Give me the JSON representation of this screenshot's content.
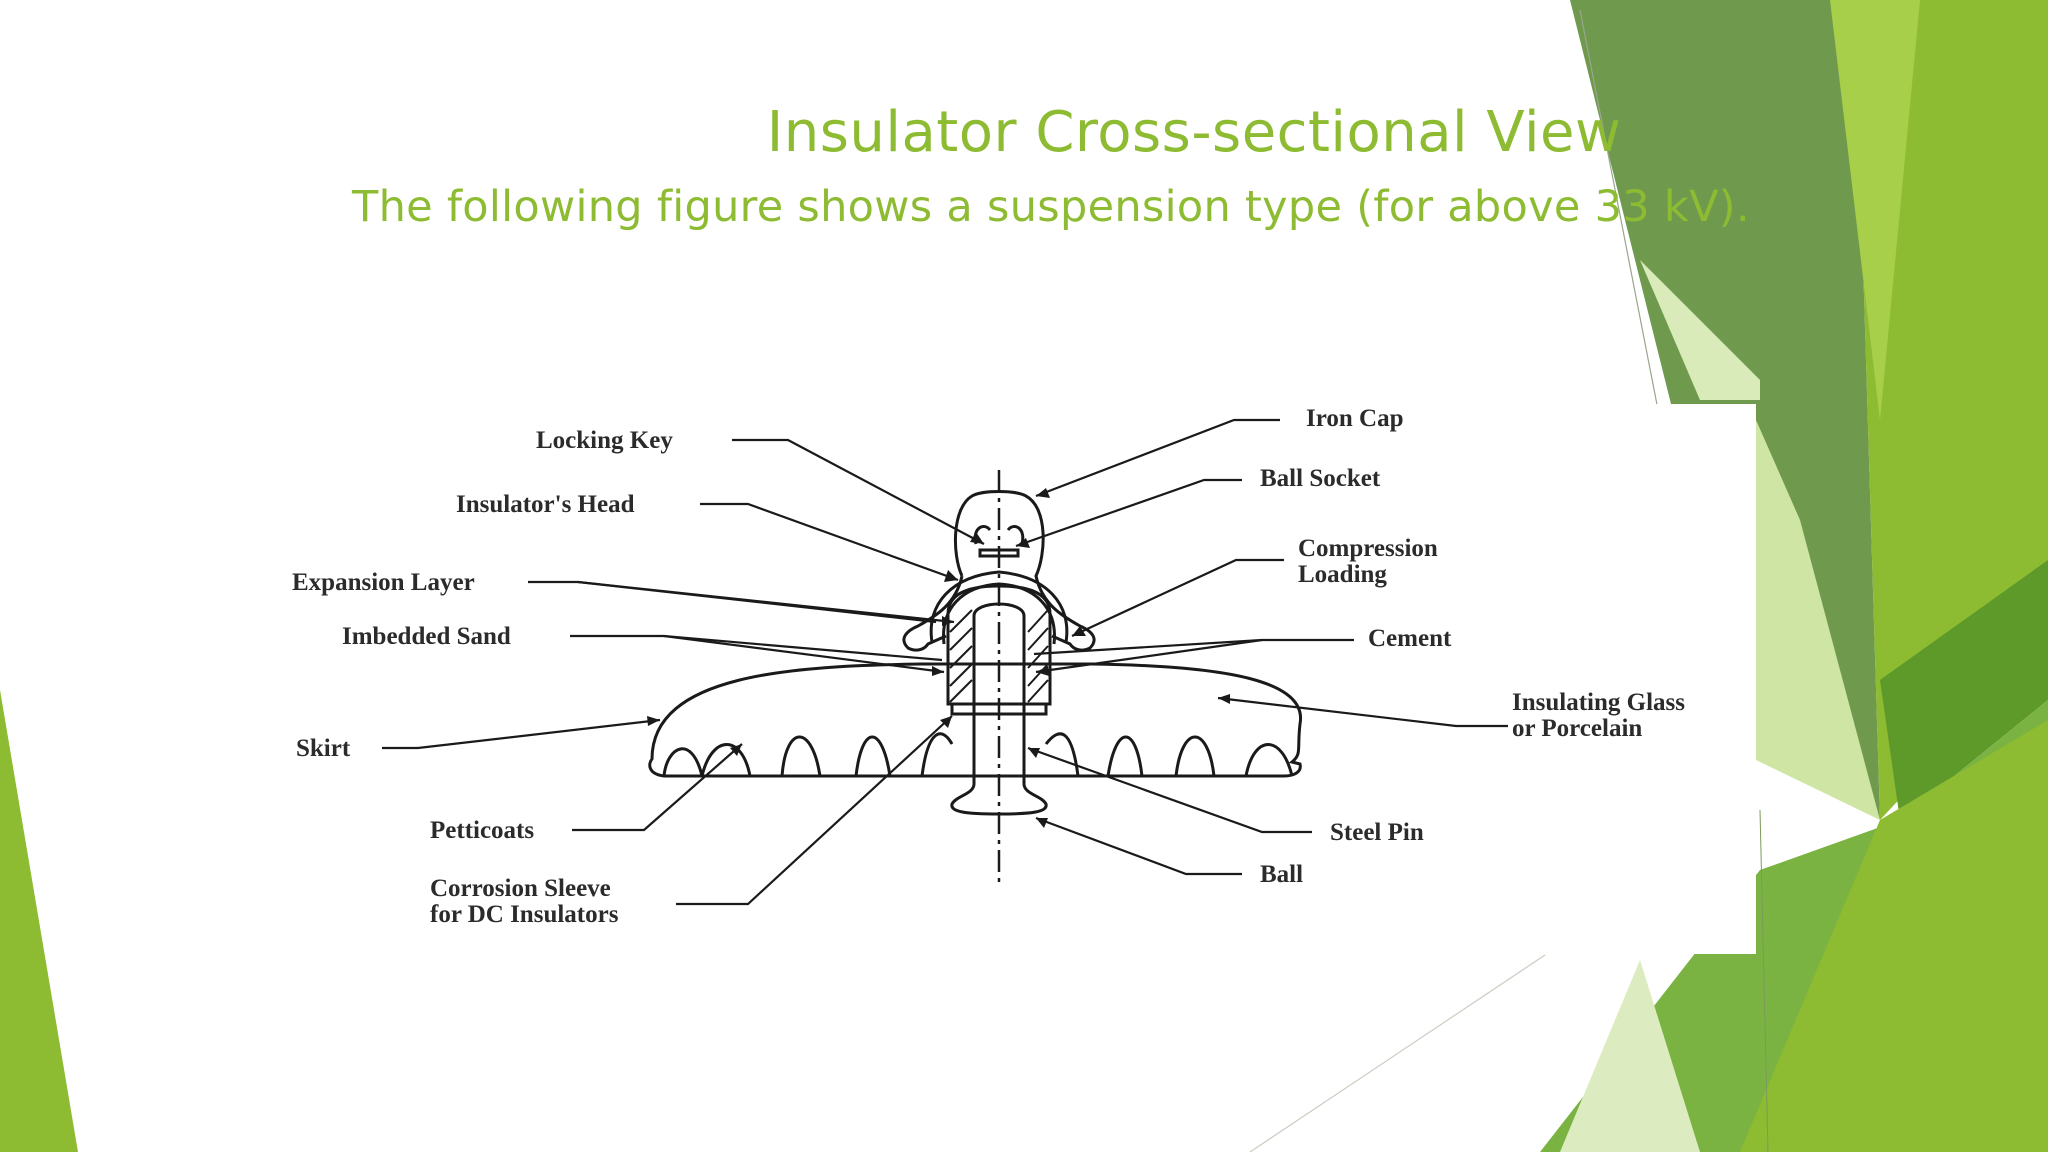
{
  "slide": {
    "title": "Insulator Cross-sectional View",
    "subtitle": "The following figure shows a suspension type (for above 33 kV)."
  },
  "diagram": {
    "labels": {
      "locking_key": "Locking Key",
      "insulators_head": "Insulator's Head",
      "expansion_layer": "Expansion Layer",
      "imbedded_sand": "Imbedded Sand",
      "skirt": "Skirt",
      "petticoats": "Petticoats",
      "corrosion_sleeve_1": "Corrosion Sleeve",
      "corrosion_sleeve_2": "for DC Insulators",
      "iron_cap": "Iron Cap",
      "ball_socket": "Ball Socket",
      "compression_loading_1": "Compression",
      "compression_loading_2": "Loading",
      "cement": "Cement",
      "insulating_glass_1": "Insulating Glass",
      "insulating_glass_2": "or Porcelain",
      "steel_pin": "Steel Pin",
      "ball": "Ball"
    }
  },
  "theme": {
    "accent": "#8dbb32",
    "green_light": "#a4cd3c",
    "green_dark": "#6b9c4a",
    "green_mid": "#7ab342"
  }
}
